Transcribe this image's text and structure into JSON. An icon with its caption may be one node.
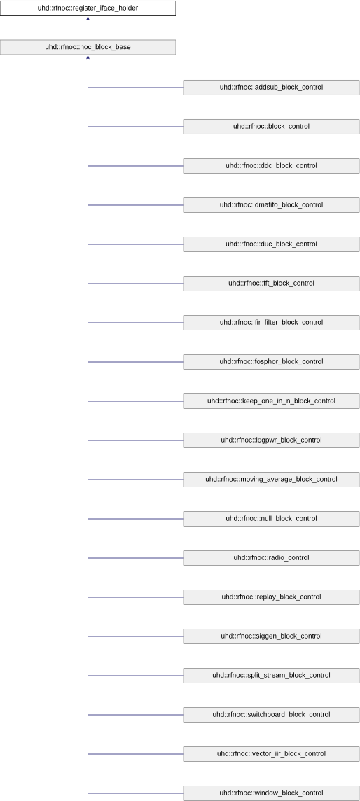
{
  "diagram": {
    "nodes": [
      {
        "text": [
          "uhd::rfnoc::register_iface_holder"
        ]
      },
      {
        "text": [
          "uhd::rfnoc::noc_block_base"
        ]
      },
      {
        "text": [
          "uhd::rfnoc::addsub_block_control"
        ]
      },
      {
        "text": [
          "uhd::rfnoc::block_control"
        ]
      },
      {
        "text": [
          "uhd::rfnoc::ddc_block_control"
        ]
      },
      {
        "text": [
          "uhd::rfnoc::dmafifo_block_control"
        ]
      },
      {
        "text": [
          "uhd::rfnoc::duc_block_control"
        ]
      },
      {
        "text": [
          "uhd::rfnoc::fft_block_control"
        ]
      },
      {
        "text": [
          "uhd::rfnoc::fir_filter_block_control"
        ]
      },
      {
        "text": [
          "uhd::rfnoc::fosphor_block_control"
        ]
      },
      {
        "text": [
          "uhd::rfnoc::keep_one_in_n_block_control"
        ]
      },
      {
        "text": [
          "uhd::rfnoc::logpwr_block_control"
        ]
      },
      {
        "text": [
          "uhd::rfnoc::moving_average_block_control"
        ]
      },
      {
        "text": [
          "uhd::rfnoc::null_block_control"
        ]
      },
      {
        "text": [
          "uhd::rfnoc::radio_control"
        ]
      },
      {
        "text": [
          "uhd::rfnoc::replay_block_control"
        ]
      },
      {
        "text": [
          "uhd::rfnoc::siggen_block_control"
        ]
      },
      {
        "text": [
          "uhd::rfnoc::split_stream_block_control"
        ]
      },
      {
        "text": [
          "uhd::rfnoc::switchboard_block_control"
        ]
      },
      {
        "text": [
          "uhd::rfnoc::vector_iir_block_control"
        ]
      },
      {
        "text": [
          "uhd::rfnoc::window_block_control"
        ]
      }
    ],
    "edges": [
      {
        "from": 1,
        "to": 0,
        "arrow": "to"
      },
      {
        "from": 2,
        "to": 1,
        "arrow": "to"
      },
      {
        "from": 3,
        "to": 1,
        "arrow": "to"
      },
      {
        "from": 4,
        "to": 1,
        "arrow": "to"
      },
      {
        "from": 5,
        "to": 1,
        "arrow": "to"
      },
      {
        "from": 6,
        "to": 1,
        "arrow": "to"
      },
      {
        "from": 7,
        "to": 1,
        "arrow": "to"
      },
      {
        "from": 8,
        "to": 1,
        "arrow": "to"
      },
      {
        "from": 9,
        "to": 1,
        "arrow": "to"
      },
      {
        "from": 10,
        "to": 1,
        "arrow": "to"
      },
      {
        "from": 11,
        "to": 1,
        "arrow": "to"
      },
      {
        "from": 12,
        "to": 1,
        "arrow": "to"
      },
      {
        "from": 13,
        "to": 1,
        "arrow": "to"
      },
      {
        "from": 14,
        "to": 1,
        "arrow": "to"
      },
      {
        "from": 15,
        "to": 1,
        "arrow": "to"
      },
      {
        "from": 16,
        "to": 1,
        "arrow": "to"
      },
      {
        "from": 17,
        "to": 1,
        "arrow": "to"
      },
      {
        "from": 18,
        "to": 1,
        "arrow": "to"
      },
      {
        "from": 19,
        "to": 1,
        "arrow": "to"
      },
      {
        "from": 20,
        "to": 1,
        "arrow": "to"
      }
    ]
  }
}
